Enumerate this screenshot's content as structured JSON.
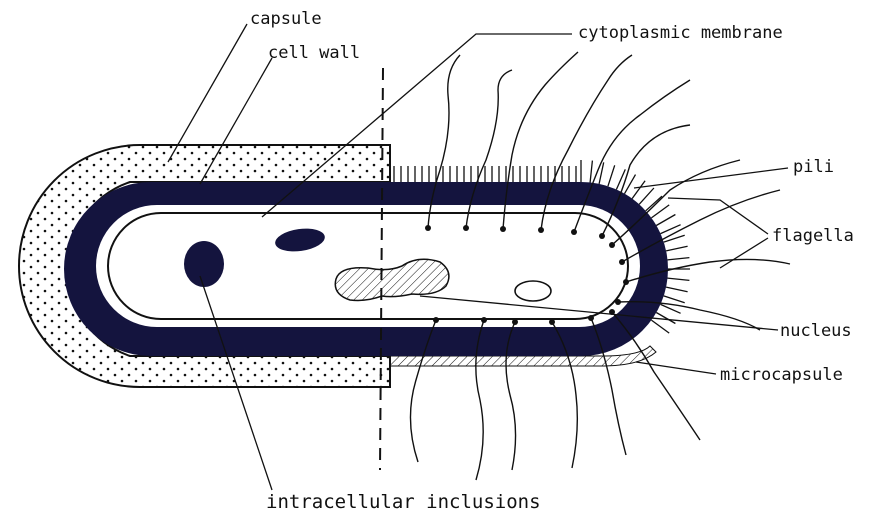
{
  "diagram": {
    "labels": {
      "capsule": "capsule",
      "cell_wall": "cell wall",
      "cytoplasmic_membrane": "cytoplasmic membrane",
      "pili": "pili",
      "flagella": "flagella",
      "nucleus": "nucleus",
      "microcapsule": "microcapsule",
      "intracellular_inclusions": "intracellular inclusions"
    }
  }
}
